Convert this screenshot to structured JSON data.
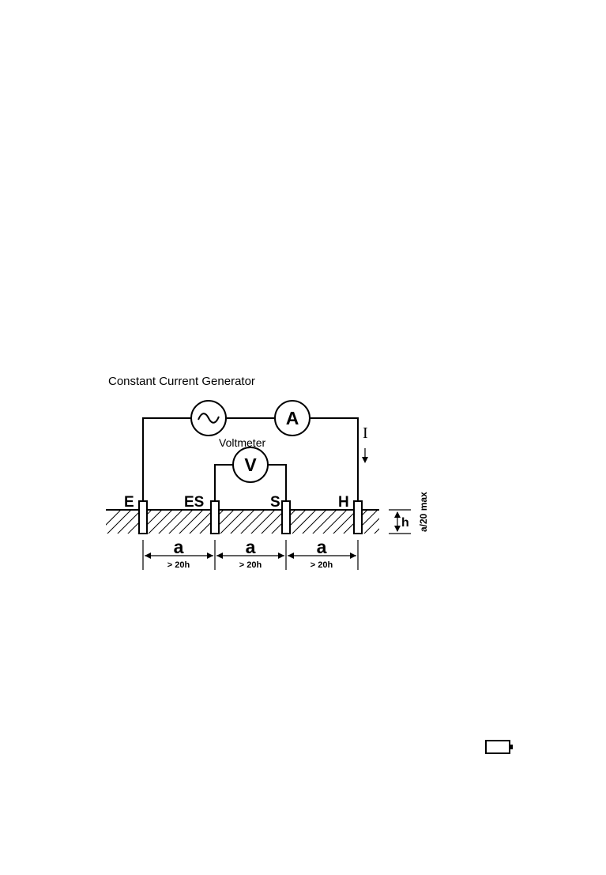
{
  "diagram": {
    "title": "Constant Current Generator",
    "voltmeter_label": "Voltmeter",
    "ammeter_symbol": "A",
    "voltmeter_symbol": "V",
    "current_label": "I",
    "probes": {
      "e": "E",
      "es": "ES",
      "s": "S",
      "h": "H"
    },
    "spacing": [
      "a",
      "a",
      "a"
    ],
    "spacing_condition": [
      "> 20h",
      "> 20h",
      "> 20h"
    ],
    "depth_label": "h",
    "depth_condition": "a/20 max"
  },
  "footer": {
    "icon": "battery-icon"
  }
}
